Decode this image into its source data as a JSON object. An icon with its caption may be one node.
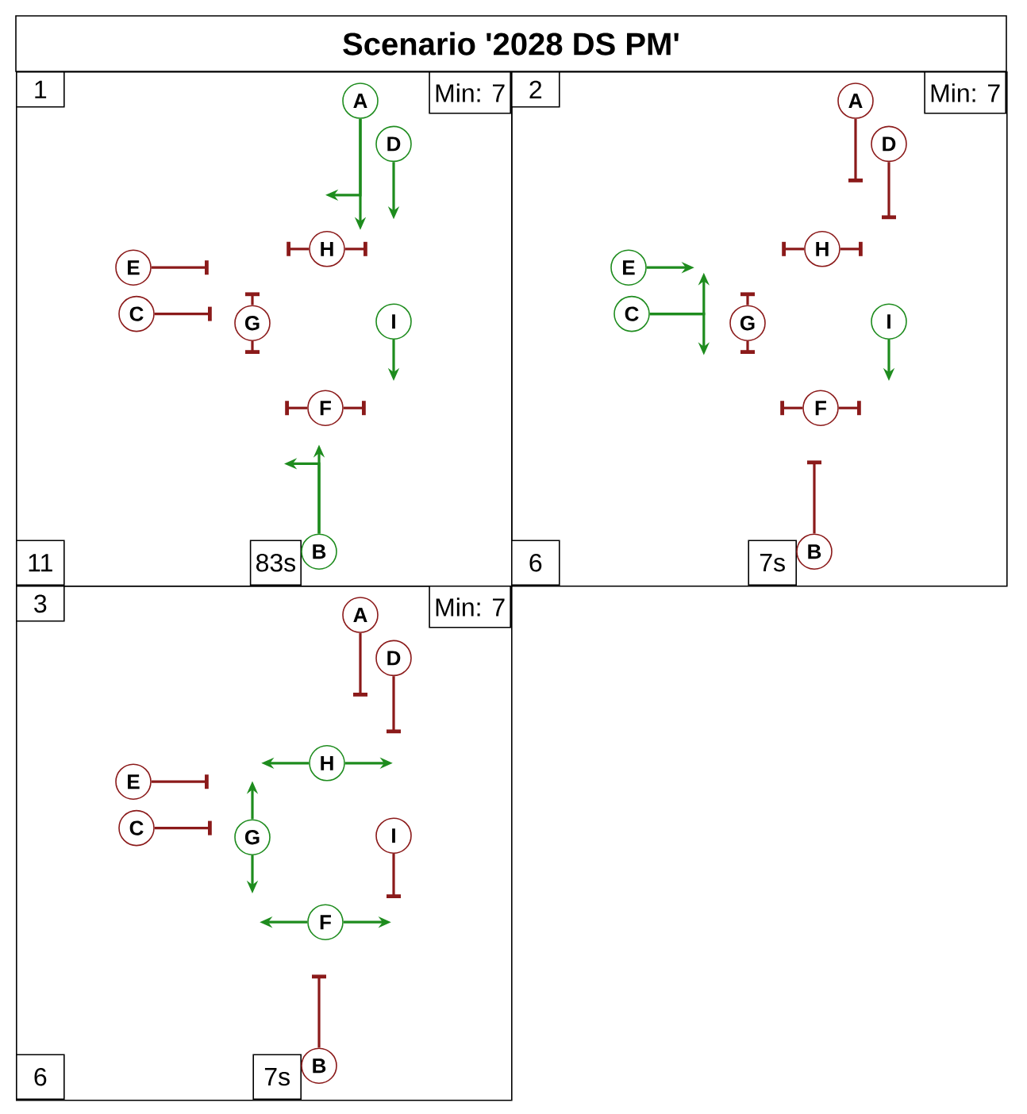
{
  "diagram": {
    "title": "Scenario '2028 DS PM'",
    "nodes": [
      {
        "text": [],
        "shape": "box"
      },
      {
        "text": [
          "1"
        ],
        "in": 0
      },
      {
        "text": [
          "Min: 7"
        ],
        "in": 0
      },
      {
        "text": [
          "A"
        ],
        "in": 0
      },
      {
        "text": [
          "D"
        ],
        "in": 0
      },
      {
        "text": [
          "H"
        ],
        "in": 0
      },
      {
        "text": [
          "E"
        ],
        "in": 0
      },
      {
        "text": [
          "C"
        ],
        "in": 0
      },
      {
        "text": [
          "G"
        ],
        "in": 0
      },
      {
        "text": [
          "I"
        ],
        "in": 0
      },
      {
        "text": [
          "F"
        ],
        "in": 0
      },
      {
        "text": [
          "11"
        ],
        "in": 0
      },
      {
        "text": [
          "83s"
        ],
        "in": 0
      },
      {
        "text": [
          "B"
        ],
        "in": 0
      },
      {
        "text": [],
        "shape": "box"
      },
      {
        "text": [
          "2"
        ],
        "in": 14
      },
      {
        "text": [
          "Min: 7"
        ],
        "in": 14
      },
      {
        "text": [
          "A"
        ],
        "in": 14
      },
      {
        "text": [
          "D"
        ],
        "in": 14
      },
      {
        "text": [
          "H"
        ],
        "in": 14
      },
      {
        "text": [
          "E"
        ],
        "in": 14
      },
      {
        "text": [
          "C"
        ],
        "in": 14
      },
      {
        "text": [
          "G"
        ],
        "in": 14
      },
      {
        "text": [
          "I"
        ],
        "in": 14
      },
      {
        "text": [
          "F"
        ],
        "in": 14
      },
      {
        "text": [
          "6"
        ],
        "in": 14
      },
      {
        "text": [
          "7s"
        ],
        "in": 14
      },
      {
        "text": [
          "B"
        ],
        "in": 14
      },
      {
        "text": [],
        "shape": "box"
      },
      {
        "text": [
          "3"
        ],
        "in": 28
      },
      {
        "text": [
          "Min: 7"
        ],
        "in": 28
      },
      {
        "text": [
          "A"
        ],
        "in": 28
      },
      {
        "text": [
          "D"
        ],
        "in": 28
      },
      {
        "text": [
          "H"
        ],
        "in": 28
      },
      {
        "text": [
          "E"
        ],
        "in": 28
      },
      {
        "text": [
          "C"
        ],
        "in": 28
      },
      {
        "text": [
          "G"
        ],
        "in": 28
      },
      {
        "text": [
          "I"
        ],
        "in": 28
      },
      {
        "text": [
          "F"
        ],
        "in": 28
      },
      {
        "text": [
          "6"
        ],
        "in": 28
      },
      {
        "text": [
          "7s"
        ],
        "in": 28
      },
      {
        "text": [
          "B"
        ],
        "in": 28
      }
    ],
    "edges": [
      {
        "from": 3,
        "to": null,
        "arrow": "to",
        "color": "#1e8c1e"
      },
      {
        "from": 3,
        "to": null,
        "arrow": "to",
        "color": "#1e8c1e"
      },
      {
        "from": 4,
        "to": null,
        "arrow": "to",
        "color": "#1e8c1e"
      },
      {
        "from": 5,
        "to": null,
        "arrow": "other"
      },
      {
        "from": 5,
        "to": null,
        "arrow": "other"
      },
      {
        "from": 6,
        "to": null,
        "arrow": "other"
      },
      {
        "from": 7,
        "to": null,
        "arrow": "other"
      },
      {
        "from": 8,
        "to": null,
        "arrow": "other"
      },
      {
        "from": 8,
        "to": null,
        "arrow": "other"
      },
      {
        "from": 9,
        "to": null,
        "arrow": "to",
        "color": "#1e8c1e"
      },
      {
        "from": 10,
        "to": null,
        "arrow": "other"
      },
      {
        "from": 10,
        "to": null,
        "arrow": "other"
      },
      {
        "from": 13,
        "to": null,
        "arrow": "to",
        "color": "#1e8c1e"
      },
      {
        "from": 13,
        "to": null,
        "arrow": "to",
        "color": "#1e8c1e"
      },
      {
        "from": 17,
        "to": null,
        "arrow": "other"
      },
      {
        "from": 18,
        "to": null,
        "arrow": "other"
      },
      {
        "from": 19,
        "to": null,
        "arrow": "other"
      },
      {
        "from": 19,
        "to": null,
        "arrow": "other"
      },
      {
        "from": 20,
        "to": null,
        "arrow": "to",
        "color": "#1e8c1e"
      },
      {
        "from": 21,
        "to": null,
        "arrow": "to",
        "color": "#1e8c1e"
      },
      {
        "from": 21,
        "to": null,
        "arrow": "to",
        "color": "#1e8c1e"
      },
      {
        "from": 22,
        "to": null,
        "arrow": "other"
      },
      {
        "from": 22,
        "to": null,
        "arrow": "other"
      },
      {
        "from": 23,
        "to": null,
        "arrow": "to",
        "color": "#1e8c1e"
      },
      {
        "from": 24,
        "to": null,
        "arrow": "other"
      },
      {
        "from": 24,
        "to": null,
        "arrow": "other"
      },
      {
        "from": 27,
        "to": null,
        "arrow": "other"
      },
      {
        "from": 31,
        "to": null,
        "arrow": "other"
      },
      {
        "from": 32,
        "to": null,
        "arrow": "other"
      },
      {
        "from": 33,
        "to": null,
        "arrow": "to",
        "color": "#1e8c1e"
      },
      {
        "from": 33,
        "to": null,
        "arrow": "to",
        "color": "#1e8c1e"
      },
      {
        "from": 34,
        "to": null,
        "arrow": "other"
      },
      {
        "from": 35,
        "to": null,
        "arrow": "other"
      },
      {
        "from": 36,
        "to": null,
        "arrow": "to",
        "color": "#1e8c1e"
      },
      {
        "from": 36,
        "to": null,
        "arrow": "to",
        "color": "#1e8c1e"
      },
      {
        "from": 37,
        "to": null,
        "arrow": "other"
      },
      {
        "from": 38,
        "to": null,
        "arrow": "to",
        "color": "#1e8c1e"
      },
      {
        "from": 38,
        "to": null,
        "arrow": "to",
        "color": "#1e8c1e"
      },
      {
        "from": 41,
        "to": null,
        "arrow": "other"
      }
    ]
  }
}
